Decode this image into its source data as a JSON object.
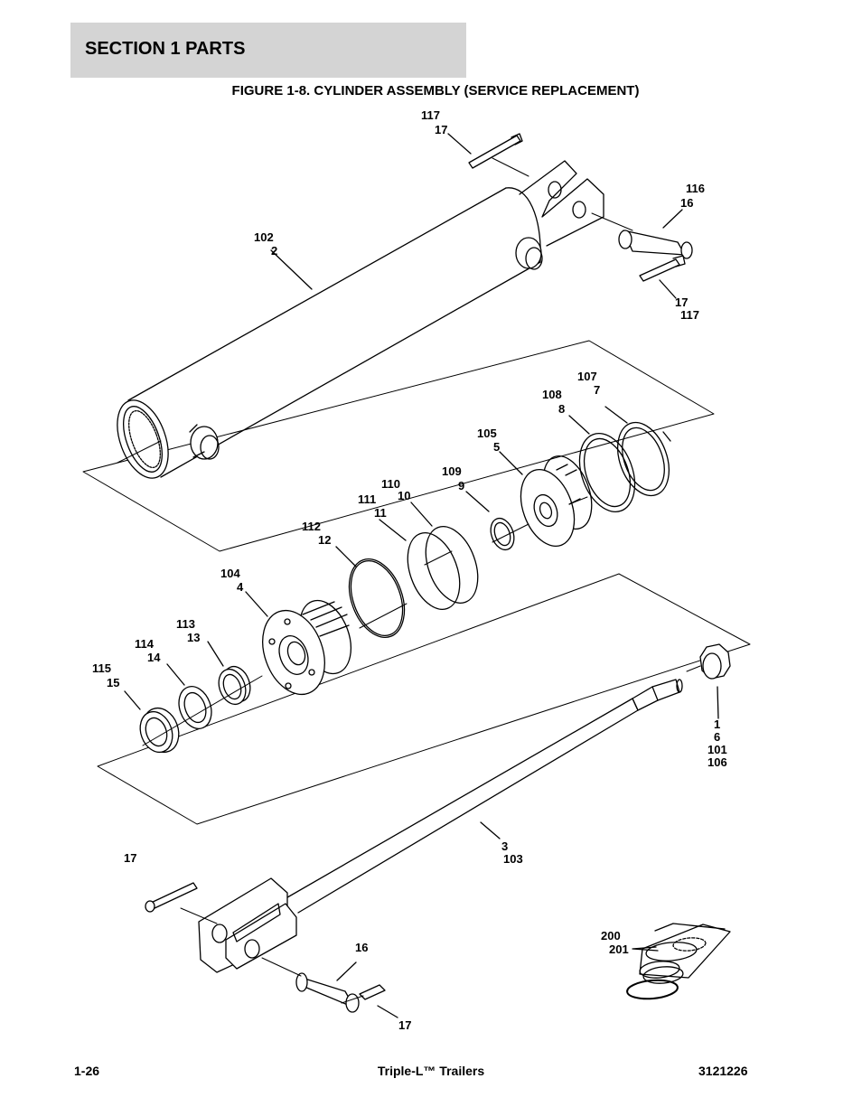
{
  "header": {
    "section_title": "SECTION 1  PARTS"
  },
  "figure": {
    "title": "FIGURE 1-8. CYLINDER ASSEMBLY (SERVICE REPLACEMENT)",
    "labels": {
      "pin_top_a": "117",
      "pin_top_b": "17",
      "pin_right_a": "116",
      "pin_right_b": "16",
      "barrel_a": "102",
      "barrel_b": "2",
      "cotter_right_a": "17",
      "cotter_right_b": "117",
      "ring107_a": "107",
      "ring107_b": "7",
      "ring108_a": "108",
      "ring108_b": "8",
      "piston_a": "105",
      "piston_b": "5",
      "ring109_a": "109",
      "ring109_b": "9",
      "ring110_a": "110",
      "ring110_b": "10",
      "ring111_a": "111",
      "ring111_b": "11",
      "ring112_a": "112",
      "ring112_b": "12",
      "head_a": "104",
      "head_b": "4",
      "ring113_a": "113",
      "ring113_b": "13",
      "ring114_a": "114",
      "ring114_b": "14",
      "wiper_a": "115",
      "wiper_b": "15",
      "nut_a": "1",
      "nut_b": "6",
      "nut_c": "101",
      "nut_d": "106",
      "rod_a": "3",
      "rod_b": "103",
      "cotter_bottom_left": "17",
      "pin_bottom": "16",
      "cotter_bottom": "17",
      "kit_a": "200",
      "kit_b": "201"
    }
  },
  "footer": {
    "page": "1-26",
    "title": "Triple-L™ Trailers",
    "doc_number": "3121226"
  }
}
